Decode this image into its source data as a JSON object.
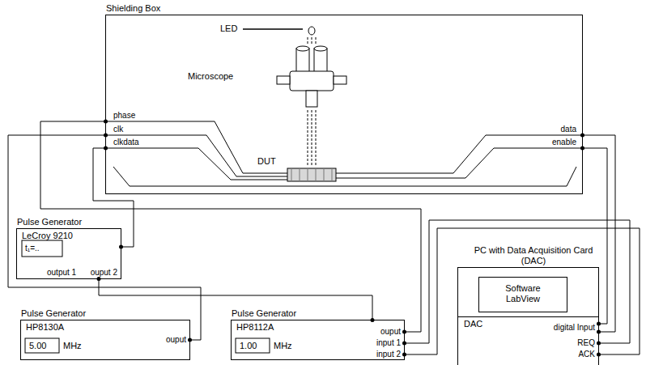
{
  "diagram": {
    "nodes": [
      {
        "text": [
          "Shielding Box"
        ]
      },
      {
        "text": [
          "Pulse Generator",
          "LeCroy 9210"
        ]
      },
      {
        "text": [
          "Pulse Generator",
          "HP8130A"
        ]
      },
      {
        "text": [
          "Pulse Generator",
          "HP8112A"
        ]
      },
      {
        "text": [
          "PC with Data Acquisition Card (DAC)"
        ]
      },
      {
        "text": [
          "Software LabView"
        ],
        "in": 4
      },
      {
        "text": [
          "DAC"
        ],
        "in": 4
      }
    ],
    "edges": [
      {
        "from": 1,
        "to": 0,
        "arrow": "none"
      },
      {
        "from": 2,
        "to": 0,
        "arrow": "none"
      },
      {
        "from": 3,
        "to": 0,
        "arrow": "none"
      },
      {
        "from": 1,
        "to": 3,
        "arrow": "none"
      },
      {
        "from": 0,
        "to": 6,
        "arrow": "none"
      },
      {
        "from": 0,
        "to": 6,
        "arrow": "none"
      },
      {
        "from": 6,
        "to": 3,
        "arrow": "none"
      },
      {
        "from": 6,
        "to": 3,
        "arrow": "none"
      }
    ],
    "labels": [
      "LED",
      "Microscope",
      "DUT",
      "phase",
      "clk",
      "clkdata",
      "data",
      "enable",
      "t₁=..",
      "output 1",
      "ouput 2",
      "5.00",
      "MHz",
      "ouput",
      "1.00",
      "MHz",
      "ouput",
      "input 1",
      "input 2",
      "digital Input",
      "REQ",
      "ACK"
    ]
  }
}
